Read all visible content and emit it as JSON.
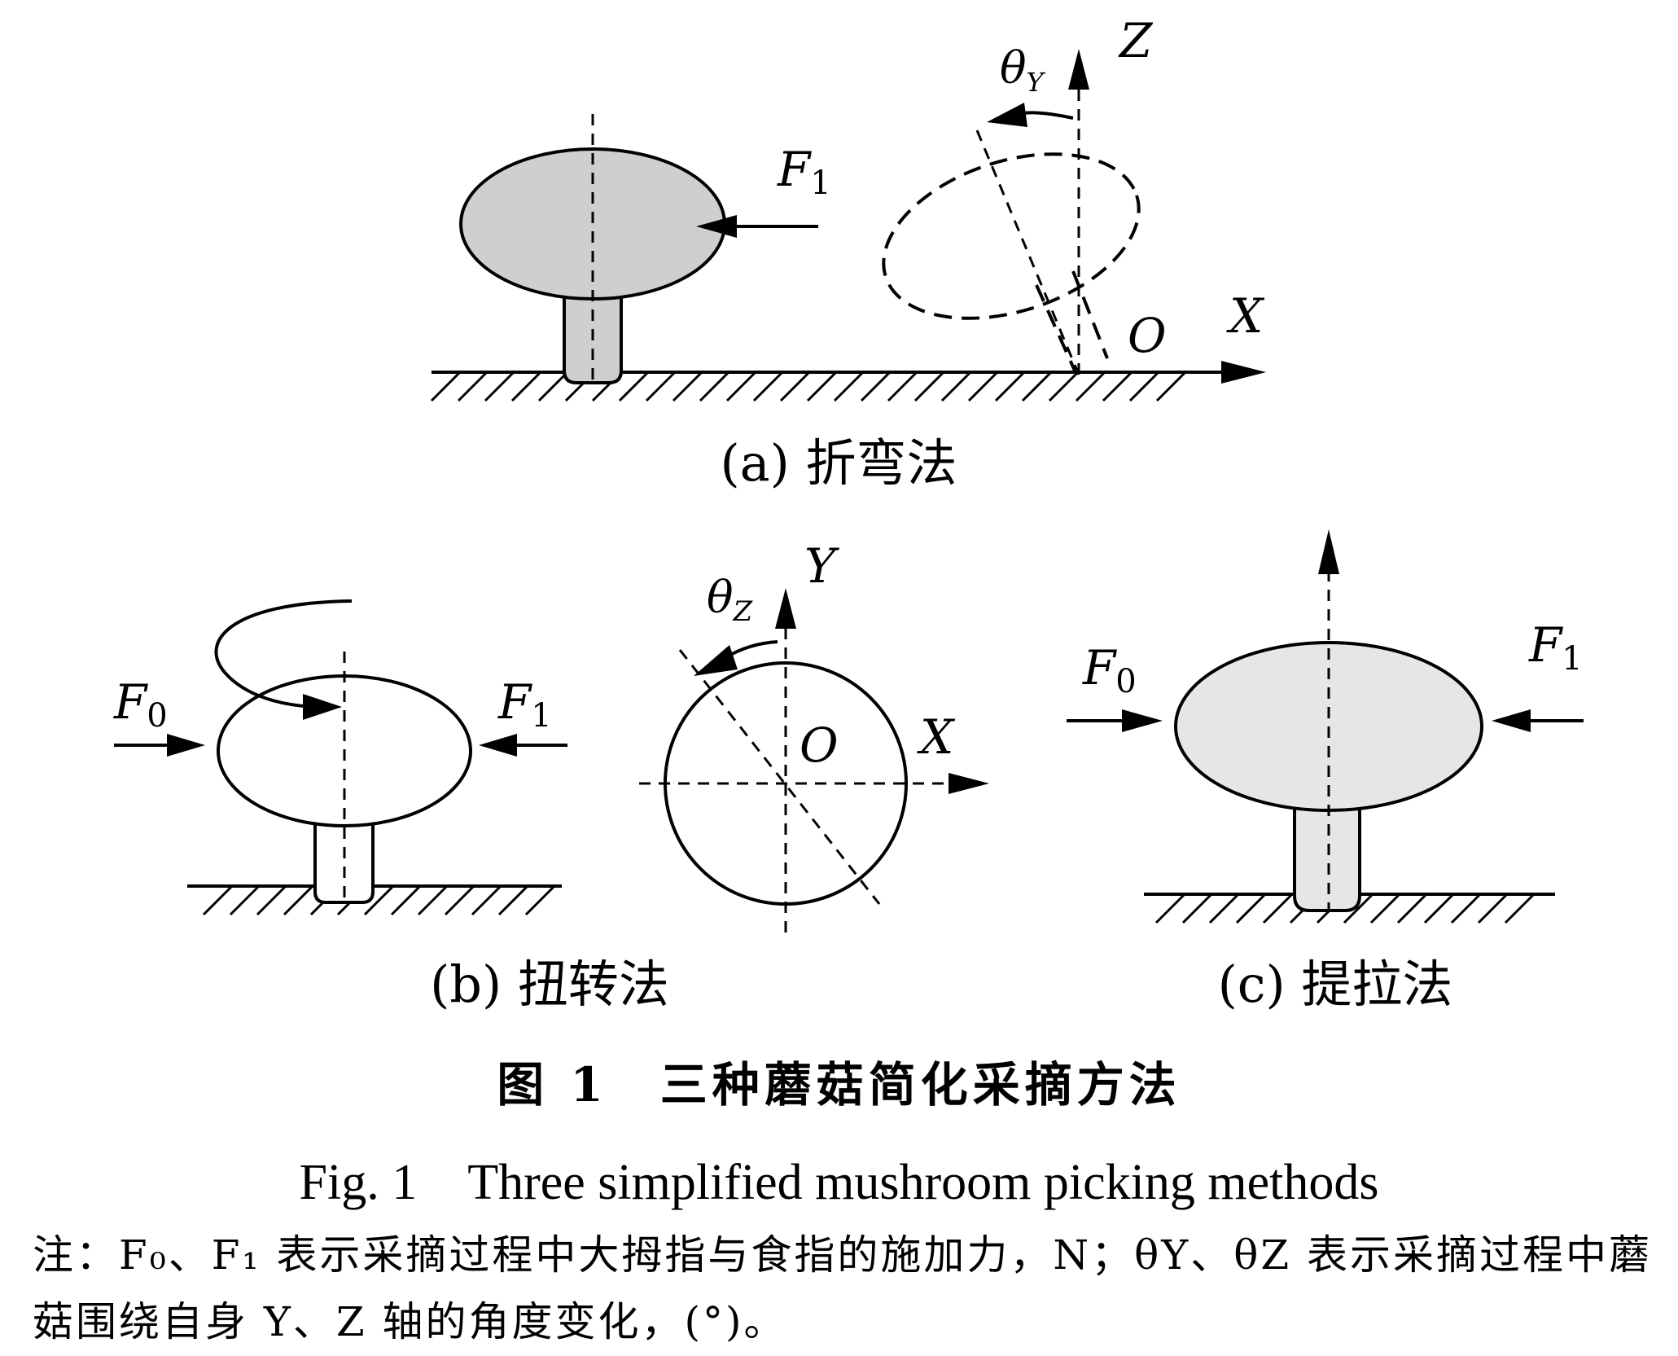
{
  "panels": {
    "a": {
      "caption": "(a) 折弯法",
      "force": "F",
      "force_sub": "1",
      "angle": "θ",
      "angle_sub": "Y",
      "axis_z": "Z",
      "axis_x": "X",
      "origin": "O"
    },
    "b": {
      "caption": "(b) 扭转法",
      "force_left": "F",
      "force_left_sub": "0",
      "force_right": "F",
      "force_right_sub": "1",
      "angle": "θ",
      "angle_sub": "Z",
      "axis_y": "Y",
      "axis_x": "X",
      "origin": "O"
    },
    "c": {
      "caption": "(c) 提拉法",
      "force_left": "F",
      "force_left_sub": "0",
      "force_right": "F",
      "force_right_sub": "1"
    }
  },
  "title_zh": "图 1　三种蘑菇简化采摘方法",
  "title_en": "Fig. 1　Three simplified mushroom picking methods",
  "note": "注：F₀、F₁ 表示采摘过程中大拇指与食指的施加力，N；θY、θZ 表示采摘过程中蘑菇围绕自身 Y、Z 轴的角度变化，(°)。",
  "colors": {
    "cap_fill_a": "#cfcfcf",
    "cap_fill_c": "#e6e6e6",
    "stroke": "#000000"
  }
}
